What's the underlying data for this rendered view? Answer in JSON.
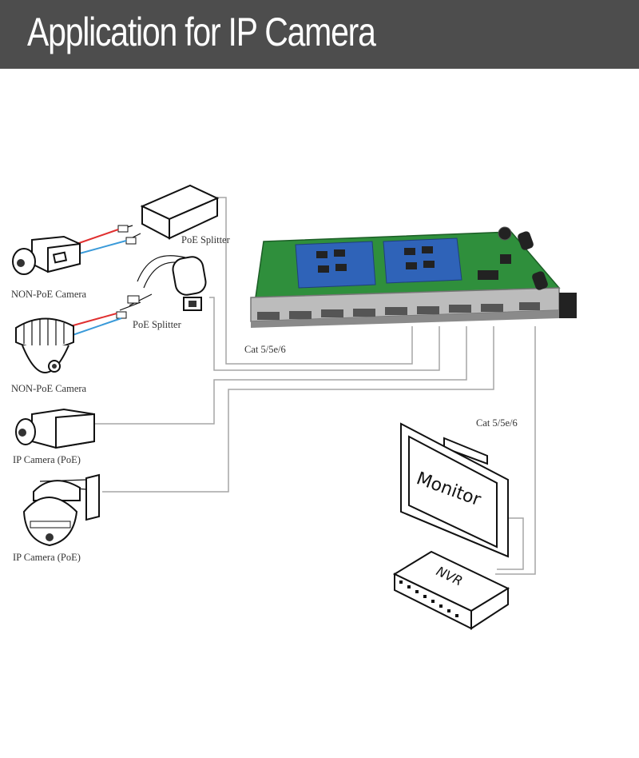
{
  "header": {
    "title": "Application for IP Camera"
  },
  "labels": {
    "poe_splitter_1": "PoE Splitter",
    "poe_splitter_2": "PoE Splitter",
    "non_poe_camera_1": "NON-PoE Camera",
    "non_poe_camera_2": "NON-PoE Camera",
    "ip_camera_1": "IP Camera (PoE)",
    "ip_camera_2": "IP Camera (PoE)",
    "cable_1": "Cat 5/5e/6",
    "cable_2": "Cat 5/5e/6",
    "monitor": "Monitor",
    "nvr": "NVR"
  },
  "colors": {
    "banner": "#4d4d4d",
    "pcb": "#2f8f3c",
    "module": "#2f63b8",
    "power_wire": "#e03030",
    "data_wire": "#3a9ad9",
    "cable": "#a6a6a6"
  }
}
